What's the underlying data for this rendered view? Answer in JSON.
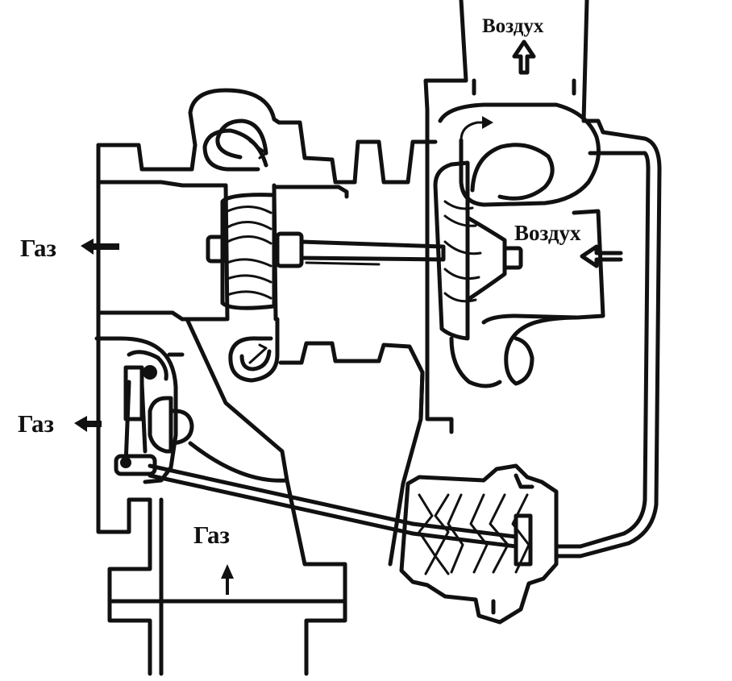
{
  "labels": {
    "air_outlet": "Воздух",
    "air_inlet": "Воздух",
    "gas_exhaust_turbine": "Газ",
    "gas_exhaust_wastegate": "Газ",
    "gas_inlet": "Газ"
  }
}
